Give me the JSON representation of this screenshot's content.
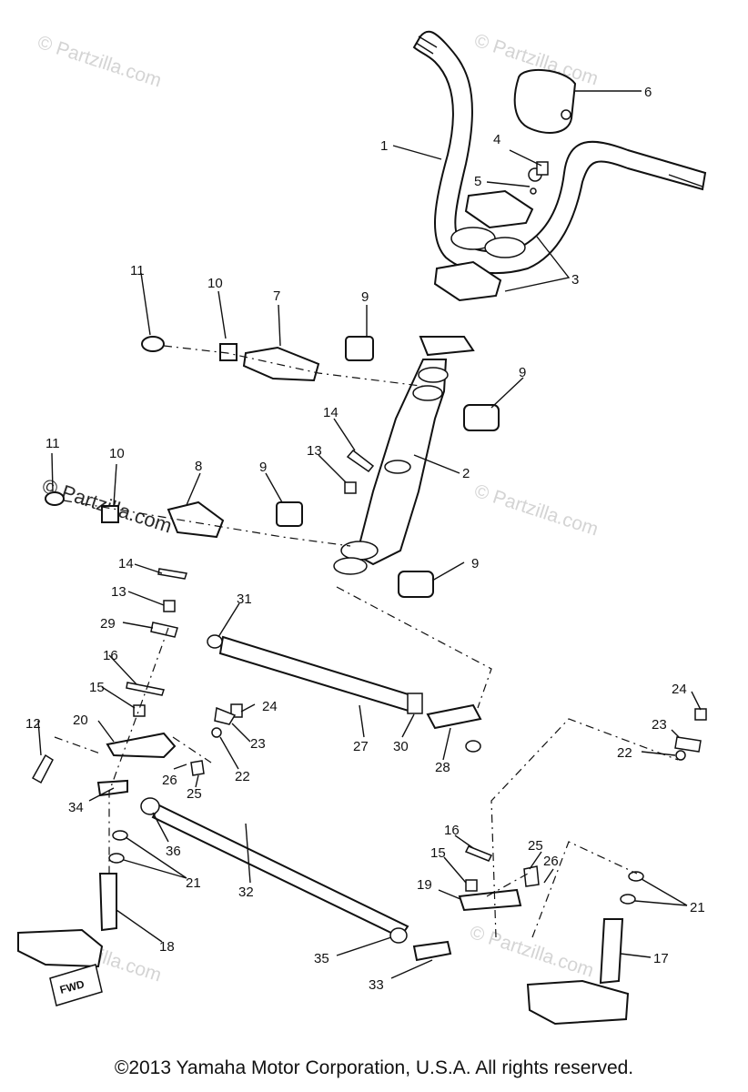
{
  "watermark": {
    "text": "© Partzilla.com",
    "prominent_text": "© Partzilla.com"
  },
  "fwd_label": "FWD",
  "callouts": {
    "c1": "1",
    "c2": "2",
    "c3": "3",
    "c4": "4",
    "c5": "5",
    "c6": "6",
    "c7": "7",
    "c8": "8",
    "c9a": "9",
    "c9b": "9",
    "c9c": "9",
    "c9d": "9",
    "c10a": "10",
    "c10b": "10",
    "c11a": "11",
    "c11b": "11",
    "c12": "12",
    "c13a": "13",
    "c13b": "13",
    "c14a": "14",
    "c14b": "14",
    "c15a": "15",
    "c15b": "15",
    "c16a": "16",
    "c16b": "16",
    "c17": "17",
    "c18": "18",
    "c19": "19",
    "c20": "20",
    "c21a": "21",
    "c21b": "21",
    "c22a": "22",
    "c22b": "22",
    "c23a": "23",
    "c23b": "23",
    "c24a": "24",
    "c24b": "24",
    "c25a": "25",
    "c25b": "25",
    "c26a": "26",
    "c26b": "26",
    "c27": "27",
    "c28": "28",
    "c29": "29",
    "c30": "30",
    "c31": "31",
    "c32": "32",
    "c33": "33",
    "c34": "34",
    "c35": "35",
    "c36": "36"
  },
  "copyright": "©2013 Yamaha Motor Corporation, U.S.A. All rights reserved."
}
